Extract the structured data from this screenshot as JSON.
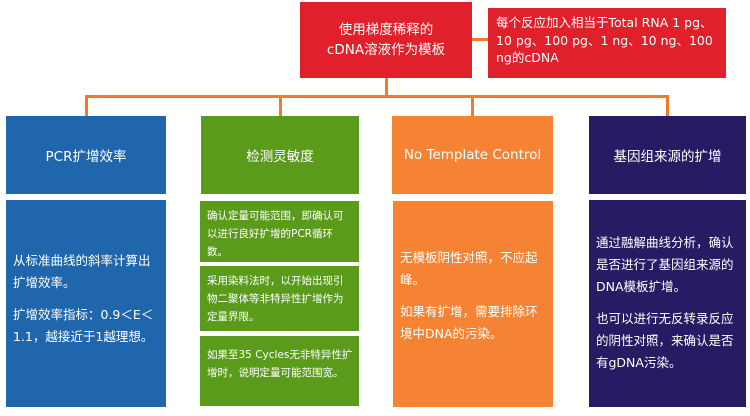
{
  "root": {
    "line1": "使用梯度稀释的",
    "line2": "cDNA溶液作为模板"
  },
  "note": "每个反应加入相当于Total RNA 1 pg、10 pg、100 pg、1 ng、10 ng、100 ng的cDNA",
  "branches": [
    {
      "title": "PCR扩增效率",
      "paragraphs": [
        "从标准曲线的斜率计算出扩增效率。",
        "扩增效率指标：0.9＜E＜1.1，越接近于1越理想。"
      ]
    },
    {
      "title": "检测灵敏度",
      "items": [
        "确认定量可能范围，即确认可以进行良好扩增的PCR循环数。",
        "采用染料法时，以开始出现引物二聚体等非特异性扩增作为定量界限。",
        "如果至35 Cycles无非特异性扩增时，说明定量可能范围宽。"
      ]
    },
    {
      "title": "No Template Control",
      "paragraphs": [
        "无模板阴性对照，不应起峰。",
        "如果有扩增，需要排除环境中DNA的污染。"
      ]
    },
    {
      "title": "基因组来源的扩增",
      "paragraphs": [
        "通过融解曲线分析，确认是否进行了基因组来源的DNA模板扩增。",
        "也可以进行无反转录反应的阴性对照，来确认是否有gDNA污染。"
      ]
    }
  ],
  "colors": {
    "root": "#e0202b",
    "connector": "#f07a2a",
    "branch1": "#1f66ad",
    "branch2": "#5a9b1b",
    "branch3": "#f58333",
    "branch4": "#261c63"
  }
}
